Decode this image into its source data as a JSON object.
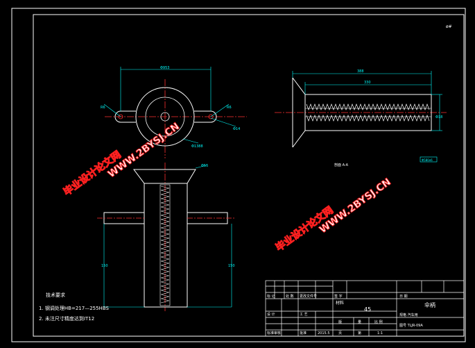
{
  "corner_mark": "ø#",
  "plan_view": {
    "dim_top": "Φ953",
    "dim_left": "R6",
    "dim_right": "R6",
    "dim_small": "Φ14",
    "dim_bottom": "Φ1388"
  },
  "section_view": {
    "dim_outer": "388",
    "dim_inner": "330",
    "dim_height": "Φ18",
    "tag": "Φ580x6",
    "caption": "剖面 A-A"
  },
  "front_view": {
    "dim_left": "150",
    "dim_right": "150",
    "dim_top": "Φ55"
  },
  "tech_notes": {
    "title": "技术要求",
    "line1": "1. 钢调处理HB=217—255HBS",
    "line2": "2. 未注尺寸精度达到IT12"
  },
  "watermarks": {
    "text_cn": "毕业设计论文网",
    "text_url": "WWW.2BYSJ.CN"
  },
  "title_block": {
    "c_biaoji": "标 记",
    "c_chushu": "处 数",
    "c_gengai": "更改文件号",
    "c_qianzi": "签 字",
    "c_riqi": "日 期",
    "c_sheji": "设 计",
    "c_gongyi": "工 艺",
    "c_biaozhun": "标准审核",
    "c_pizhun": "批准",
    "c_date": "2015.5",
    "c_material_label": "材料",
    "c_material": "45",
    "c_ban": "版",
    "c_liang": "量",
    "c_scale_label": "比 例",
    "c_ye": "页",
    "c_page": "第",
    "c_scale": "1:1",
    "c_name": "伞柄",
    "c_spec": "规格 汽车用",
    "c_code": "图号 TLJR-09A"
  }
}
